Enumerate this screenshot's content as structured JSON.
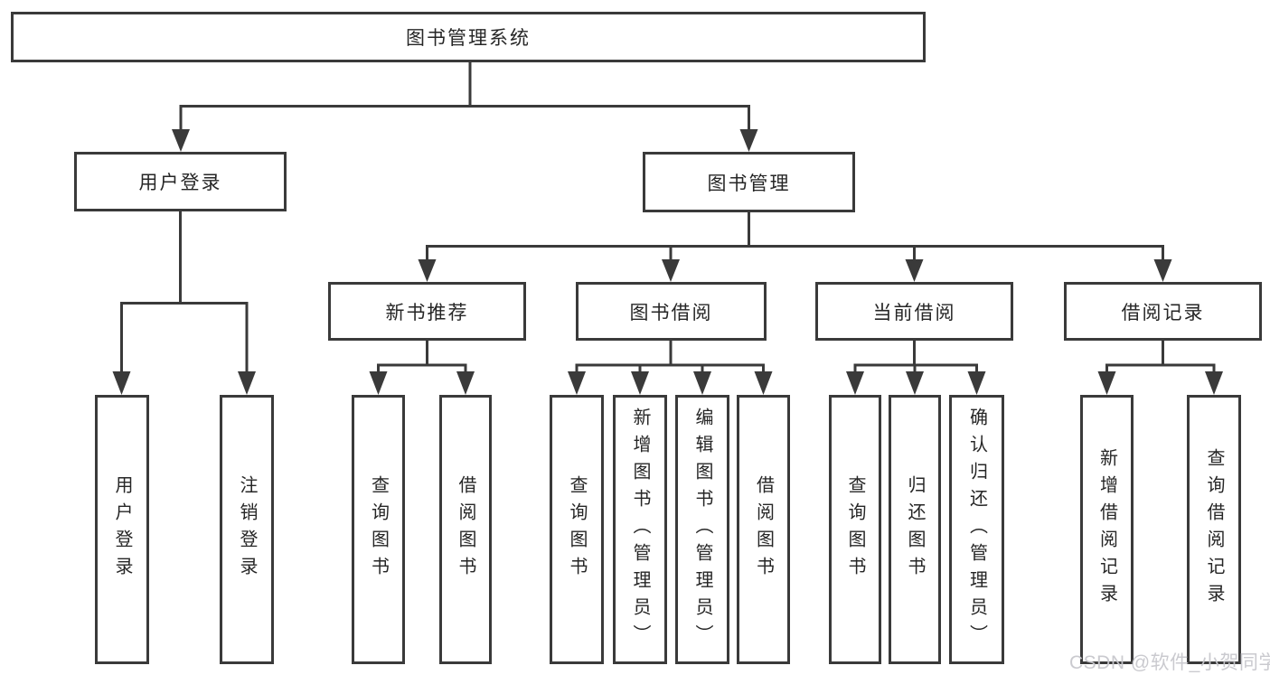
{
  "watermark": "CSDN @软件_小贺同学",
  "colors": {
    "line": "#3a3a3a",
    "node_border": "#3a3a3a",
    "node_text": "#262626",
    "background": "#ffffff",
    "watermark_text": "#c7c7cc"
  },
  "tree": {
    "label": "图书管理系统",
    "children": [
      {
        "label": "用户登录",
        "children": [
          {
            "label": "用户登录"
          },
          {
            "label": "注销登录"
          }
        ]
      },
      {
        "label": "图书管理",
        "children": [
          {
            "label": "新书推荐",
            "children": [
              {
                "label": "查询图书"
              },
              {
                "label": "借阅图书"
              }
            ]
          },
          {
            "label": "图书借阅",
            "children": [
              {
                "label": "查询图书"
              },
              {
                "label": "新增图书（管理员）"
              },
              {
                "label": "编辑图书（管理员）"
              },
              {
                "label": "借阅图书"
              }
            ]
          },
          {
            "label": "当前借阅",
            "children": [
              {
                "label": "查询图书"
              },
              {
                "label": "归还图书"
              },
              {
                "label": "确认归还（管理员）"
              }
            ]
          },
          {
            "label": "借阅记录",
            "children": [
              {
                "label": "新增借阅记录"
              },
              {
                "label": "查询借阅记录"
              }
            ]
          }
        ]
      }
    ]
  }
}
